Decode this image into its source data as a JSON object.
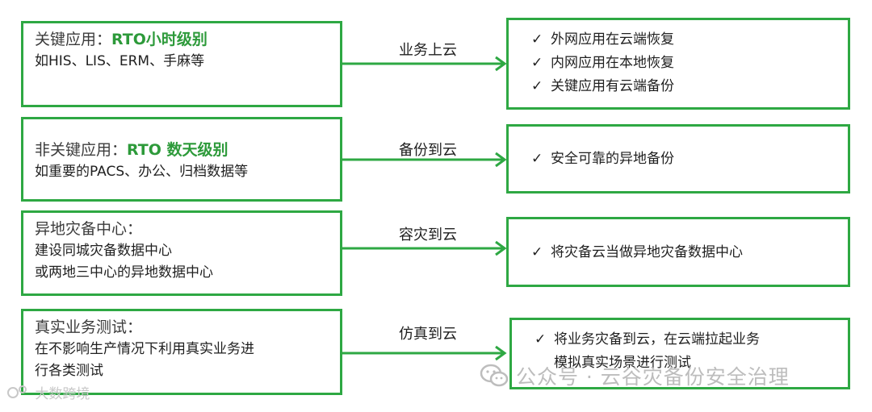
{
  "rows": [
    {
      "title": "关键应用：",
      "rto": "RTO小时级别",
      "lines": [
        "如HIS、LIS、ERM、手麻等"
      ],
      "arrow_label": "业务上云",
      "checks": [
        "外网应用在云端恢复",
        "内网应用在本地恢复",
        "关键应用有云端备份"
      ]
    },
    {
      "title": "非关键应用：",
      "rto": "RTO 数天级别",
      "lines": [
        "如重要的PACS、办公、归档数据等"
      ],
      "arrow_label": "备份到云",
      "checks": [
        "安全可靠的异地备份"
      ]
    },
    {
      "title": "异地灾备中心：",
      "lines": [
        "建设同城灾备数据中心",
        "或两地三中心的异地数据中心"
      ],
      "arrow_label": "容灾到云",
      "checks": [
        "将灾备云当做异地灾备数据中心"
      ]
    },
    {
      "title": "真实业务测试：",
      "lines": [
        "在不影响生产情况下利用真实业务进",
        "行各类测试"
      ],
      "arrow_label": "仿真到云",
      "checks": [
        "将业务灾备到云，在云端拉起业务"
      ],
      "check_cont": "模拟真实场景进行测试"
    }
  ],
  "check_mark": "✓",
  "watermark_right": "公众号 · 云谷灾备份安全治理",
  "watermark_left": "大数跨境",
  "colors": {
    "border": "#2ea843",
    "rto": "#2d9a3a",
    "watermark": "#bdbdbd"
  }
}
